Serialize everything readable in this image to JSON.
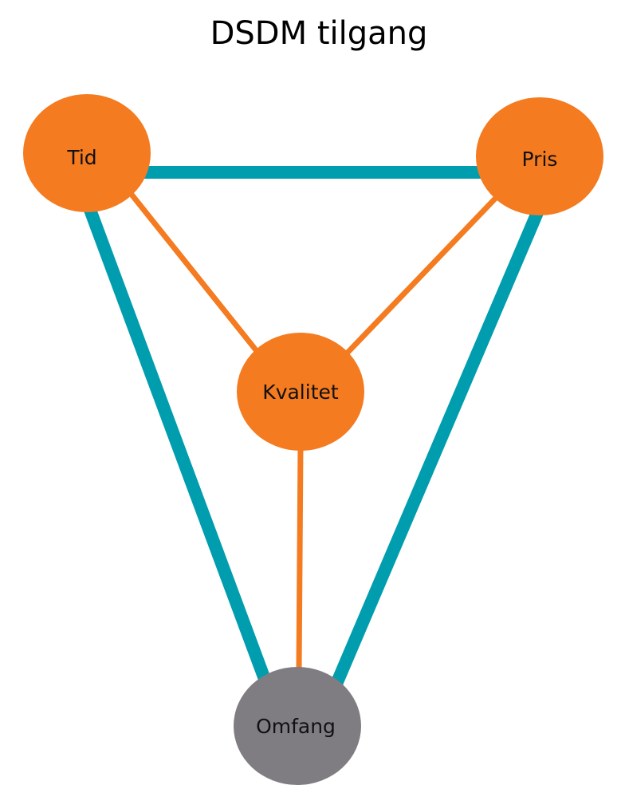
{
  "title": "DSDM tilgang",
  "colors": {
    "fixed_node": "#F47B20",
    "variable_node": "#807D82",
    "outer_edge": "#009DAE",
    "inner_edge": "#F47B20",
    "label": "#111111"
  },
  "nodes": {
    "tid": {
      "label": "Tid"
    },
    "pris": {
      "label": "Pris"
    },
    "kvalitet": {
      "label": "Kvalitet"
    },
    "omfang": {
      "label": "Omfang"
    }
  }
}
